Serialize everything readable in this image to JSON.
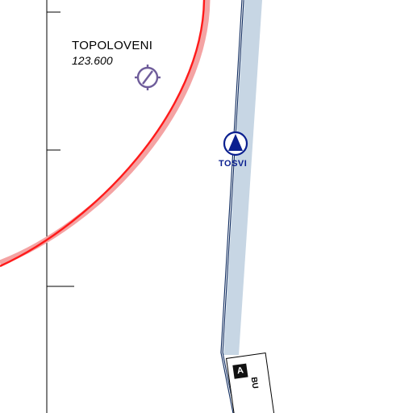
{
  "airfield": {
    "name": "TOPOLOVENI",
    "frequency": "123.600",
    "icon": "unpaved-airfield-icon"
  },
  "waypoint": {
    "name": "TOSVI",
    "icon": "compulsory-reporting-point-icon"
  },
  "airway": {
    "designator": "A",
    "text": "BU"
  },
  "colors": {
    "airspace_boundary": "#ff1a1a",
    "airspace_boundary_shade": "#f4a3a3",
    "route_line": "#0d2a5e",
    "route_corridor": "#c7d6e4",
    "waypoint": "#0a1f8f",
    "airfield_symbol": "#6f5d9b",
    "grid_line": "#000000"
  }
}
